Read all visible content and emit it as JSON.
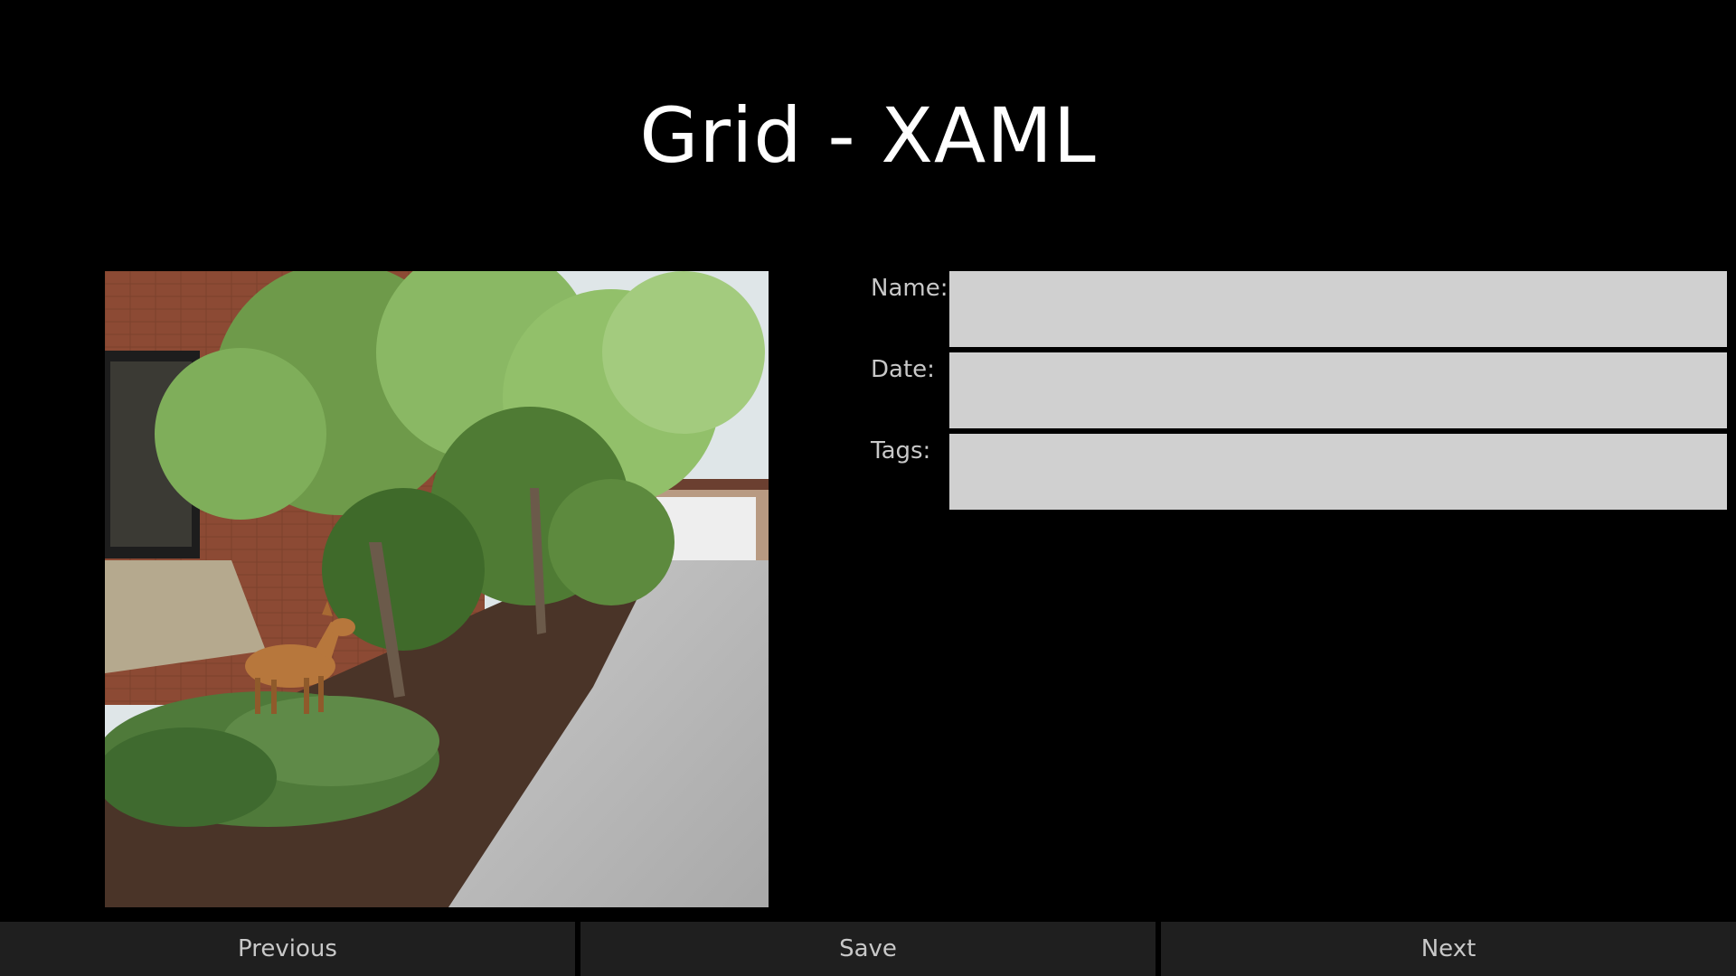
{
  "page": {
    "title": "Grid - XAML"
  },
  "form": {
    "name_label": "Name:",
    "name_value": "",
    "date_label": "Date:",
    "date_value": "",
    "tags_label": "Tags:",
    "tags_value": ""
  },
  "bottom_bar": {
    "previous_label": "Previous",
    "save_label": "Save",
    "next_label": "Next"
  },
  "colors": {
    "background": "#000000",
    "title_text": "#ffffff",
    "label_text": "#c8c8c8",
    "input_fill": "#d0d0d0",
    "button_fill": "#1f1f1f"
  }
}
